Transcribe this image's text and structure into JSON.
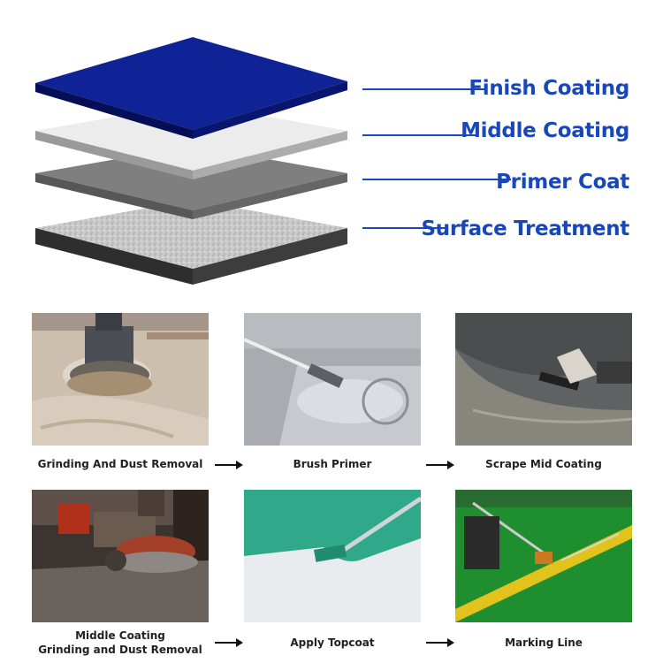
{
  "layers": [
    {
      "label": "Finish Coating",
      "color": "#0d1f8f"
    },
    {
      "label": "Middle Coating",
      "color": "#e9e9e9"
    },
    {
      "label": "Primer Coat",
      "color": "#7d7d7d"
    },
    {
      "label": "Surface Treatment",
      "color": "#bdbdbd"
    }
  ],
  "steps": [
    {
      "caption": "Grinding And Dust Removal"
    },
    {
      "caption": "Brush Primer"
    },
    {
      "caption": "Scrape Mid Coating"
    },
    {
      "caption_line1": "Middle Coating",
      "caption_line2": "Grinding and Dust Removal"
    },
    {
      "caption": "Apply Topcoat"
    },
    {
      "caption": "Marking Line"
    }
  ],
  "colors": {
    "label_blue": "#1747b8",
    "leader_line": "#1747b8"
  }
}
